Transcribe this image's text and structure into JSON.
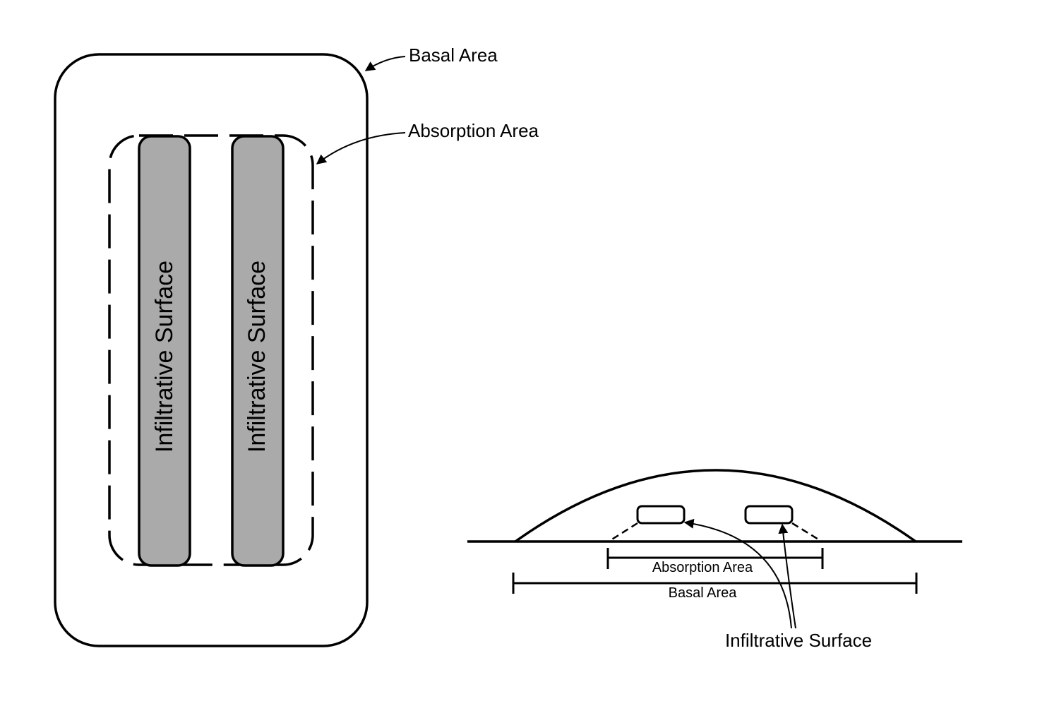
{
  "plan_view": {
    "basal_area_label": "Basal Area",
    "absorption_area_label": "Absorption Area",
    "trenches": [
      {
        "label": "Infiltrative Surface"
      },
      {
        "label": "Infiltrative Surface"
      }
    ]
  },
  "section_view": {
    "absorption_area_label": "Absorption Area",
    "basal_area_label": "Basal Area",
    "infiltrative_surface_label": "Infiltrative Surface"
  },
  "colors": {
    "line": "#000000",
    "trench_fill": "#aaaaaa",
    "background": "#ffffff"
  }
}
